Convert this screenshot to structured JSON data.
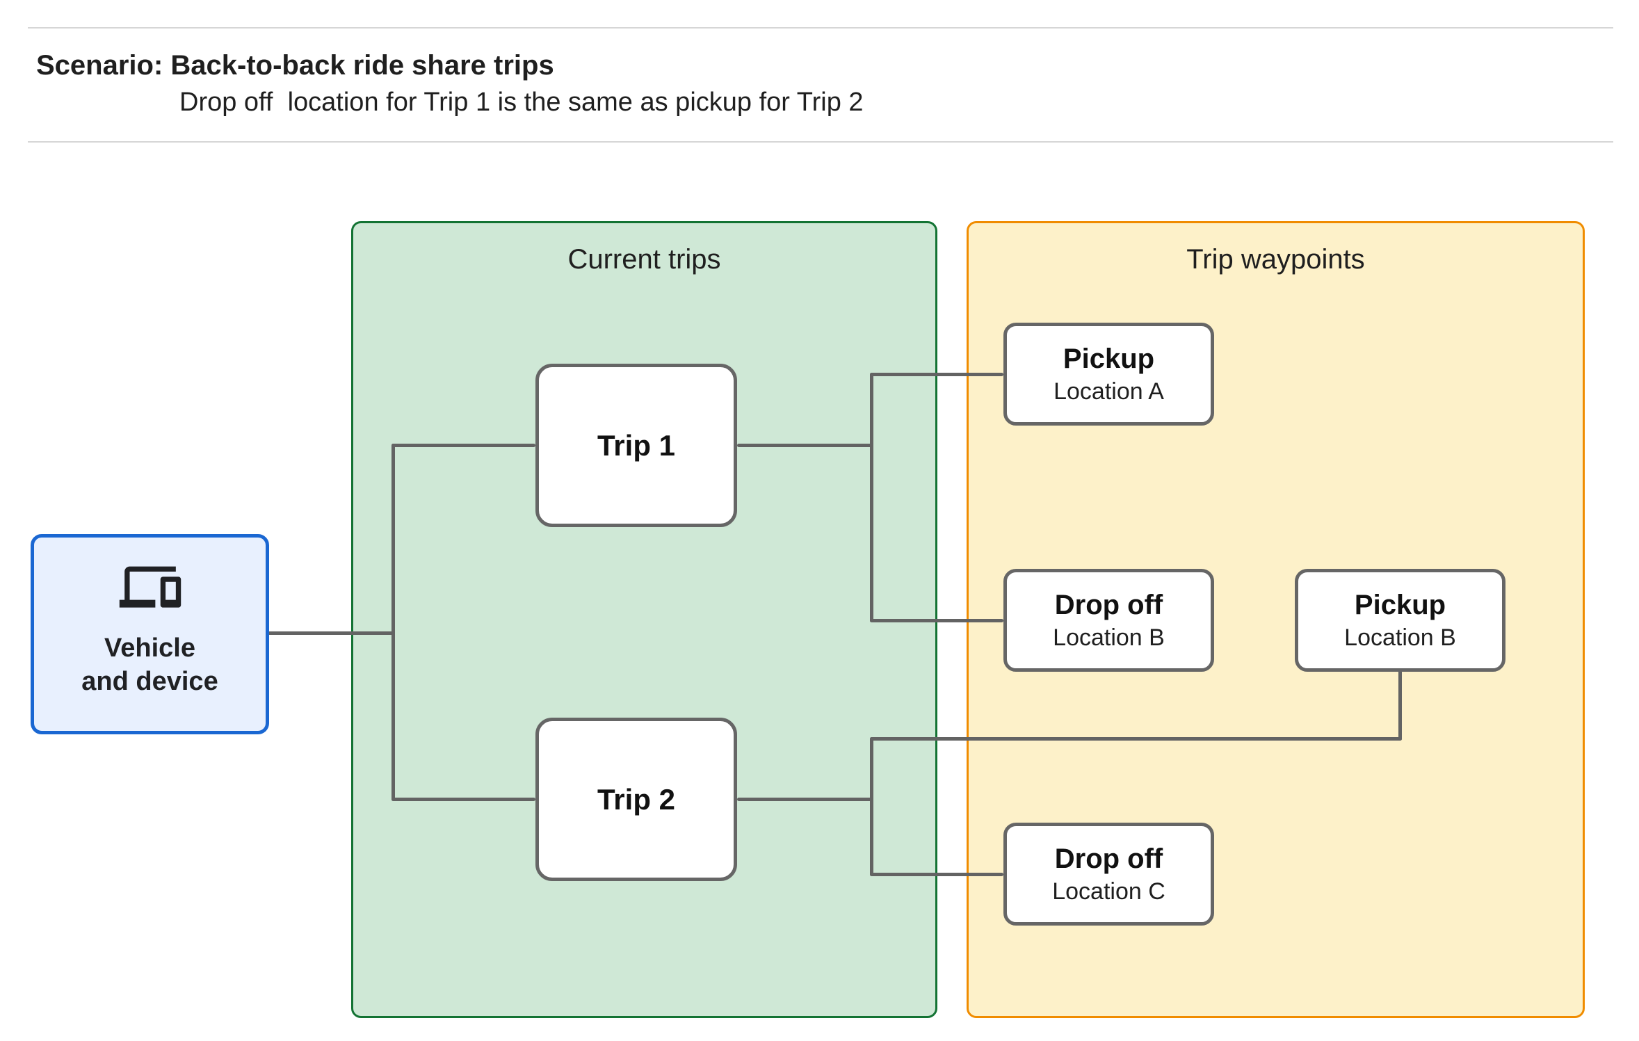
{
  "header": {
    "title": "Scenario: Back-to-back ride share trips",
    "subtitle": "Drop off  location for Trip 1 is the same as pickup for Trip 2"
  },
  "vehicle": {
    "icon": "devices-icon",
    "line1": "Vehicle",
    "line2": "and device"
  },
  "groups": {
    "current_trips": {
      "title": "Current trips"
    },
    "trip_waypoints": {
      "title": "Trip waypoints"
    }
  },
  "trips": {
    "trip1": "Trip 1",
    "trip2": "Trip 2"
  },
  "waypoints": {
    "pickup_a": {
      "title": "Pickup",
      "location": "Location A"
    },
    "dropoff_b": {
      "title": "Drop off",
      "location": "Location B"
    },
    "pickup_b": {
      "title": "Pickup",
      "location": "Location B"
    },
    "dropoff_c": {
      "title": "Drop off",
      "location": "Location C"
    }
  },
  "colors": {
    "vehicle_fill": "#e8f0fe",
    "vehicle_border": "#1a67d2",
    "current_trips_fill": "#cfe8d6",
    "current_trips_border": "#137333",
    "trip_waypoints_fill": "#fdf1c9",
    "trip_waypoints_border": "#f08c00",
    "node_border": "#666666",
    "connector": "#636363",
    "divider": "#d6d6d6"
  }
}
